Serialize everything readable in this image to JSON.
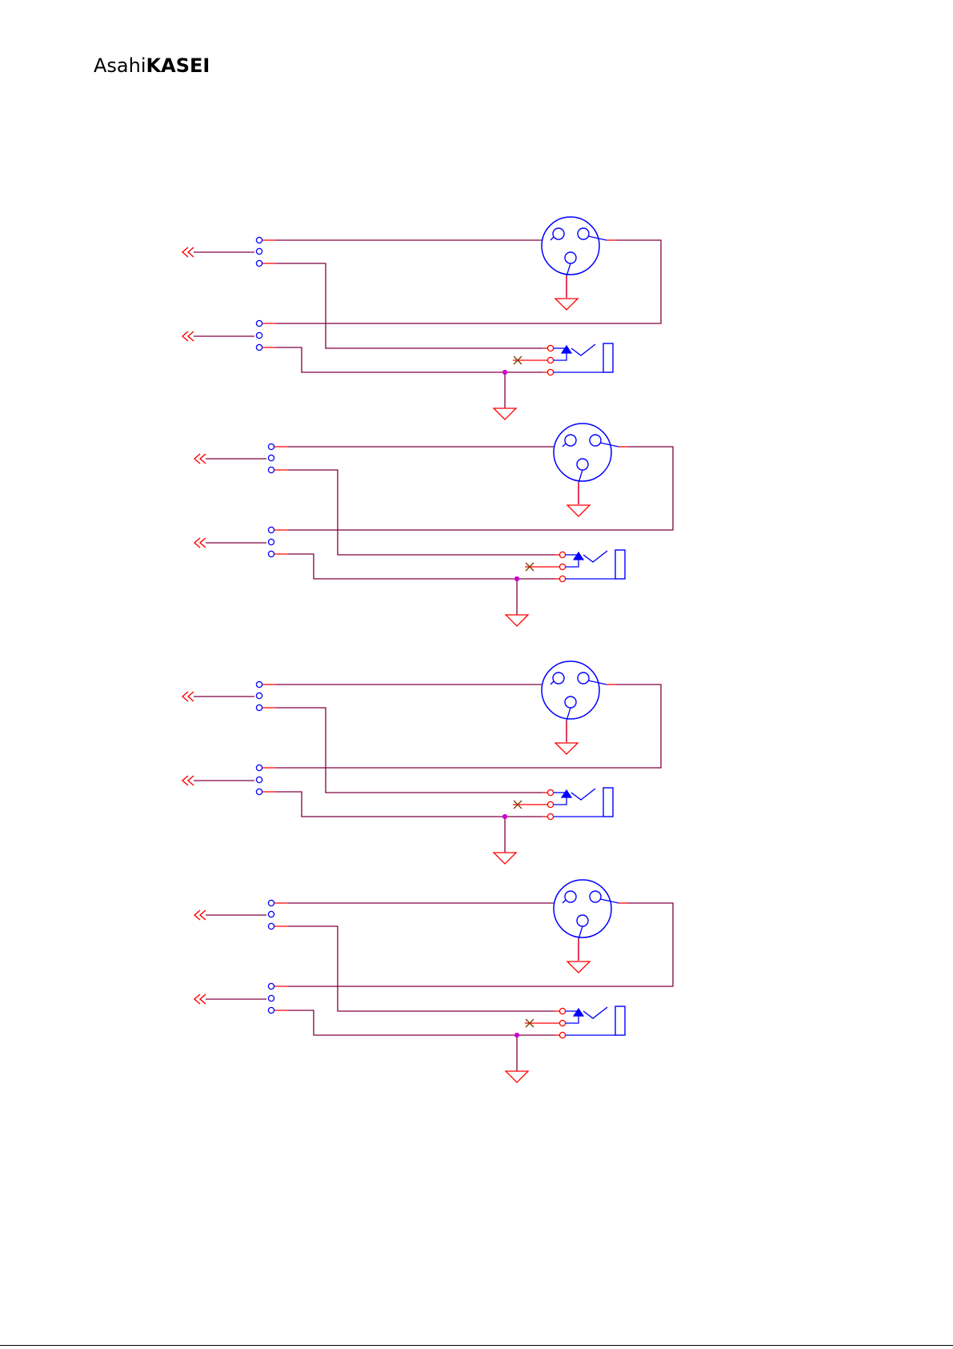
{
  "header": {
    "logo_part1": "Asahi",
    "logo_part2": "KASEI"
  },
  "colors": {
    "wire": "#800040",
    "connector": "#0000ff",
    "pin": "#ff0000",
    "junction": "#cc00cc",
    "noconnect": "#804000",
    "ground": "#ff0000"
  },
  "schematic": {
    "block_count": 4,
    "blocks_per_block_description_not_shown": false
  }
}
